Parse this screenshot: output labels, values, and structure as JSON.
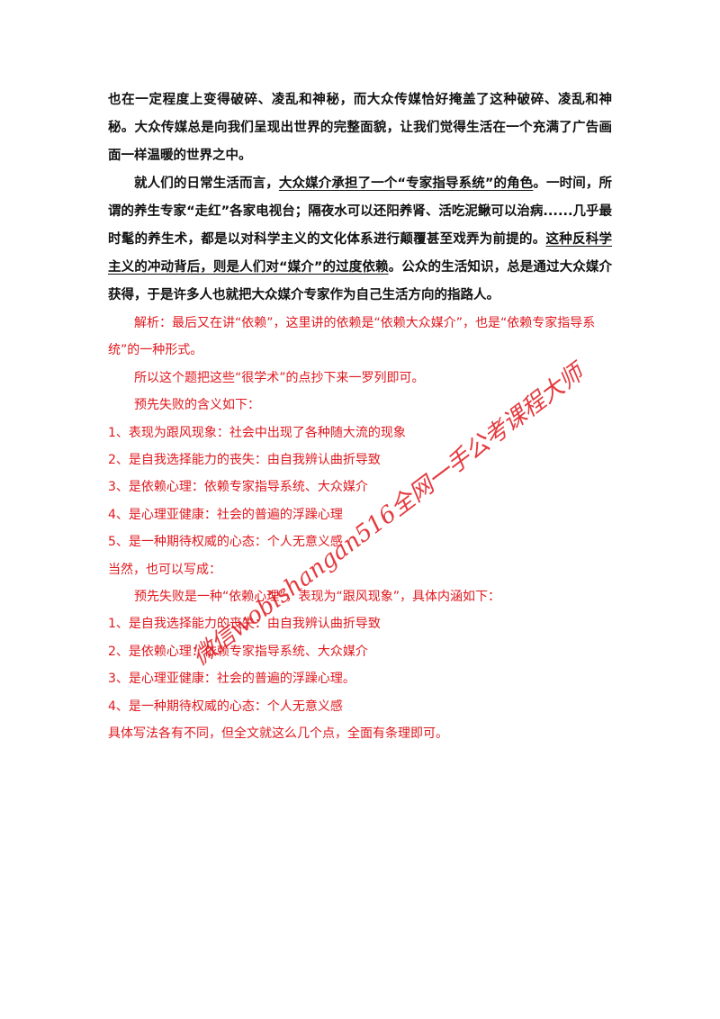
{
  "body": {
    "p1": "也在一定程度上变得破碎、凌乱和神秘，而大众传媒恰好掩盖了这种破碎、凌乱和神秘。大众传媒总是向我们呈现出世界的完整面貌，让我们觉得生活在一个充满了广告画面一样温暖的世界之中。",
    "p2_a": "就人们的日常生活而言，",
    "p2_u1": "大众媒介承担了一个“专家指导系统”的角色",
    "p2_b": "。一时间，所谓的养生专家“走红”各家电视台；隔夜水可以还阳养肾、活吃泥鳅可以治病......几乎最时髦的养生术，都是以对科学主义的文化体系进行颠覆甚至戏弄为前提的。",
    "p2_u2": "这种反科学主义的冲动背后，则是人们对“媒介”的过度依赖",
    "p2_c": "。公众的生活知识，总是通过大众媒介获得，于是许多人也就把大众媒介专家作为自己生活方向的指路人。"
  },
  "analysis": {
    "p1": "解析：最后又在讲“依赖”，这里讲的依赖是“依赖大众媒介”，也是“依赖专家指导系统”的一种形式。",
    "p2": "所以这个题把这些“很学术”的点抄下来一罗列即可。",
    "p3": "预先失败的含义如下：",
    "list1": [
      "1、表现为跟风现象：社会中出现了各种随大流的现象",
      "2、是自我选择能力的丧失：由自我辨认曲折导致",
      "3、是依赖心理：依赖专家指导系统、大众媒介",
      "4、是心理亚健康：社会的普遍的浮躁心理",
      "5、是一种期待权威的心态：个人无意义感"
    ],
    "alt_intro": "当然，也可以写成：",
    "alt_lead": "预先失败是一种“依赖心理”，表现为“跟风现象”，具体内涵如下：",
    "list2": [
      "1、是自我选择能力的丧失：由自我辨认曲折导致",
      "2、是依赖心理：依赖专家指导系统、大众媒介",
      "3、是心理亚健康：社会的普遍的浮躁心理。",
      "4、是一种期待权威的心态：个人无意义感"
    ],
    "closing": "具体写法各有不同，但全文就这么几个点，全面有条理即可。"
  },
  "watermark": {
    "text": "微信wobishangan516全网一手公考课程大师"
  },
  "colors": {
    "body_text": "#111111",
    "analysis_text": "#e0181e",
    "watermark": "#e0181e"
  }
}
